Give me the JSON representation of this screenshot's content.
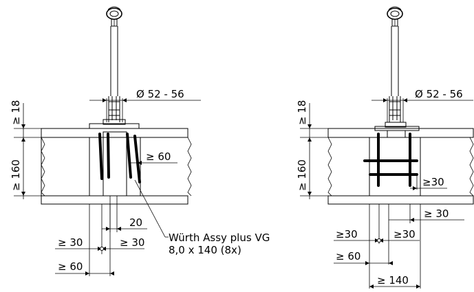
{
  "left_detail": {
    "dia_label": "Ø 52 - 56",
    "ge18_label": "≥ 18",
    "ge160_label": "≥ 160",
    "ge60_right_label": "≥ 60",
    "dim20_label": "20",
    "ge30_left_label": "≥ 30",
    "ge30_right_label": "≥ 30",
    "ge60_bottom_label": "≥ 60",
    "screw_line1": "Würth Assy plus VG",
    "screw_line2": "8,0 x 140 (8x)"
  },
  "right_detail": {
    "dia_label": "Ø 52 - 56",
    "ge18_label": "≥ 18",
    "ge160_label": "≥ 160",
    "ge30_mid_label": "≥30",
    "ge30_side_label": "≥ 30",
    "ge30_left_label": "≥30",
    "ge30_right_label": "≥30",
    "ge60_label": "≥ 60",
    "ge140_label": "≥ 140"
  }
}
